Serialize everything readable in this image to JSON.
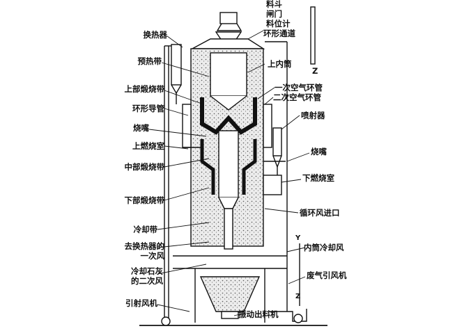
{
  "labels": {
    "hopper": "料斗",
    "gate": "闸门",
    "level_meter": "料位计",
    "ring_channel": "环形通道",
    "heat_exchanger": "换热器",
    "preheat_zone": "预热带",
    "upper_inner_tube": "上内筒",
    "upper_calcining_zone": "上部煅烧带",
    "primary_air_ring_pipe": "一次空气环管",
    "secondary_air_ring_pipe": "二次空气环管",
    "ring_guide_pipe": "环形导管",
    "burner_upper": "烧嘴",
    "ejector": "喷射器",
    "upper_combustion_chamber": "上燃烧室",
    "burner_lower": "烧嘴",
    "middle_calcining_zone": "中部煅烧带",
    "lower_combustion_chamber": "下燃烧室",
    "lower_calcining_zone": "下部煅烧带",
    "circulating_air_inlet": "循环风进口",
    "cooling_zone": "冷却带",
    "to_exchanger_line1": "去换热器的",
    "to_exchanger_line2": "一次风",
    "inner_tube_cooling_air": "内筒冷却风",
    "cooling_lime_line1": "冷却石灰",
    "cooling_lime_line2": "的二次风",
    "exhaust_fan": "废气引风机",
    "induced_draft_fan": "引射风机",
    "vibrating_discharger": "振动出料机",
    "mark_y": "Y",
    "mark_z_top": "Z",
    "mark_z_bottom": "Z"
  },
  "colors": {
    "ink": "#111111",
    "refractory": "#1a1a1a",
    "fill_material": "#d6d6d6"
  }
}
